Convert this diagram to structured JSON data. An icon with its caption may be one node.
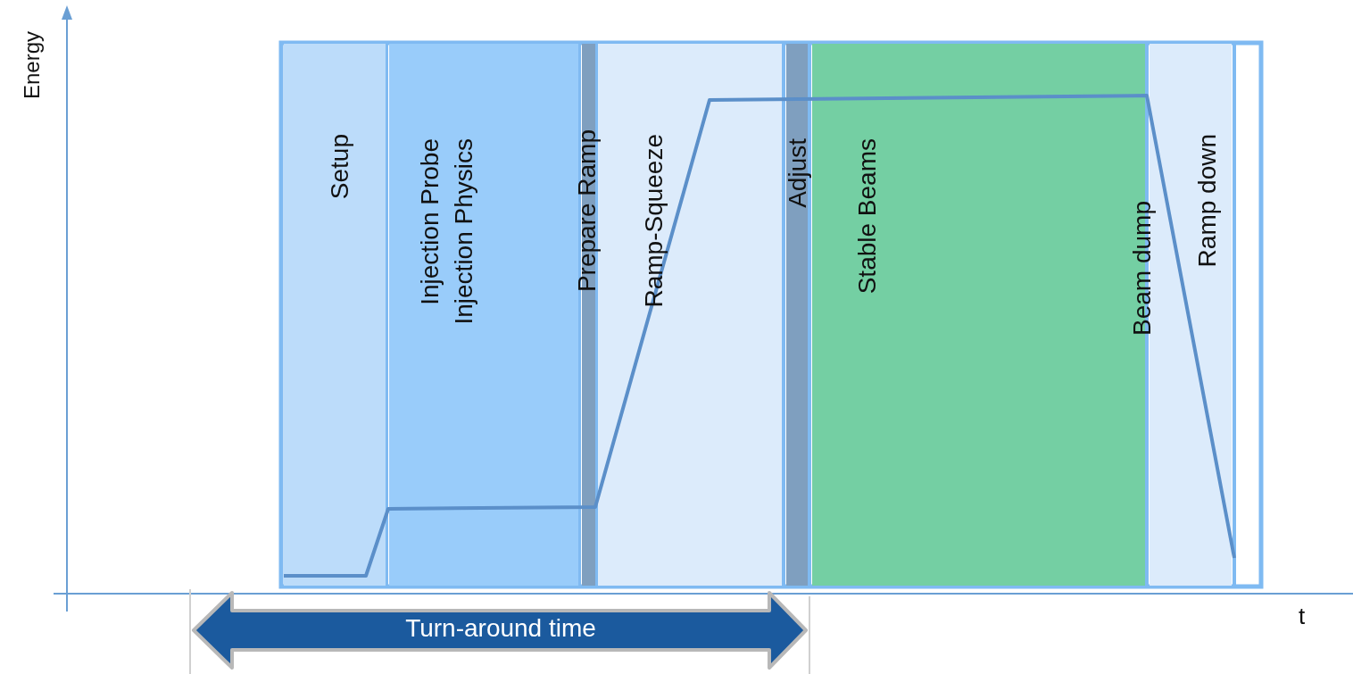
{
  "diagram": {
    "nodes": [
      {
        "text": [
          "Setup"
        ]
      },
      {
        "text": [
          "Injection Probe",
          "Injection Physics"
        ]
      },
      {
        "text": [
          "Prepare Ramp"
        ]
      },
      {
        "text": [
          "Ramp-Squeeze"
        ]
      },
      {
        "text": [
          "Adjust"
        ]
      },
      {
        "text": [
          "Stable Beams"
        ]
      },
      {
        "text": [
          "Ramp down"
        ]
      }
    ],
    "labels": [
      "Energy",
      "Beam dump",
      "t",
      "Turn-around time"
    ]
  }
}
